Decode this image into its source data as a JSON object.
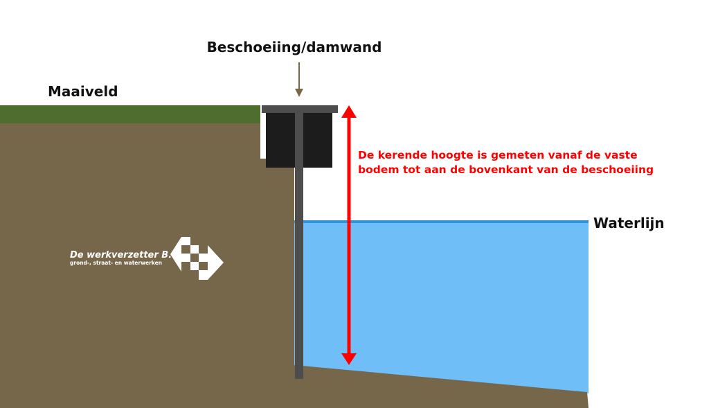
{
  "labels": {
    "maaiveld": "Maaiveld",
    "beschoeiing": "Beschoeiing/damwand",
    "waterlijn": "Waterlijn",
    "kerende_hoogte_line1": "De kerende hoogte is gemeten vanaf de vaste",
    "kerende_hoogte_line2": "bodem tot aan de bovenkant van de beschoeiing"
  },
  "logo": {
    "name": "De werkverzetter B.V.",
    "tagline": "grond-, straat- en waterwerken"
  },
  "colors": {
    "soil": "#77674a",
    "grass": "#4f6d2f",
    "water": "#70bef8",
    "waterline": "#2f95d8",
    "pile": "#4d4d4d",
    "block": "#1c1c1c",
    "arrow": "#ff0000",
    "pointer": "#7a6748"
  }
}
